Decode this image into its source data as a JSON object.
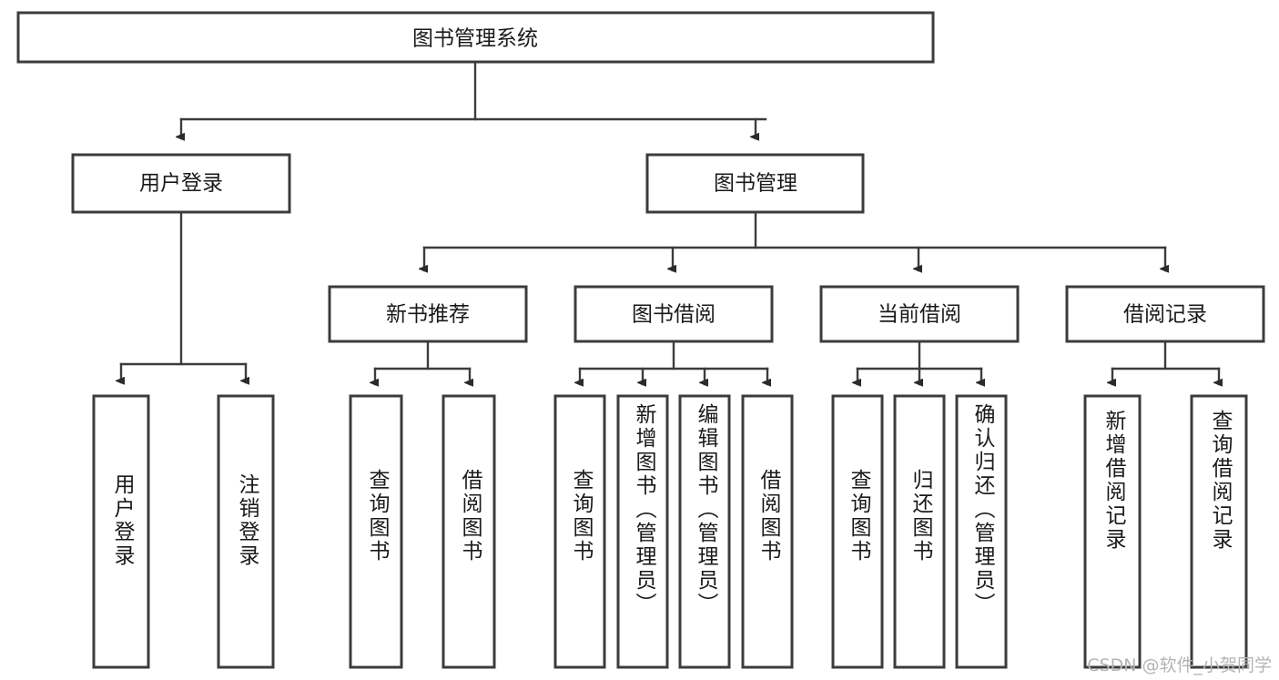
{
  "diagram": {
    "type": "tree-hierarchy-chart",
    "title": "图书管理系统",
    "orientation": "top-down",
    "colors": {
      "box_stroke": "#3c3c3c",
      "box_fill": "#ffffff",
      "connector": "#3c3c3c",
      "text": "#1a1a1a",
      "watermark": "#b4b4b4",
      "background": "#ffffff"
    },
    "root": {
      "label": "图书管理系统"
    },
    "level2": [
      {
        "label": "用户登录"
      },
      {
        "label": "图书管理"
      }
    ],
    "level3": [
      {
        "label": "新书推荐"
      },
      {
        "label": "图书借阅"
      },
      {
        "label": "当前借阅"
      },
      {
        "label": "借阅记录"
      }
    ],
    "leaves": {
      "user_login": [
        {
          "label": "用户登录"
        },
        {
          "label": "注销登录"
        }
      ],
      "new_book_recommend": [
        {
          "label": "查询图书"
        },
        {
          "label": "借阅图书"
        }
      ],
      "book_borrow": [
        {
          "label": "查询图书"
        },
        {
          "label": "新增图书（管理员）"
        },
        {
          "label": "编辑图书（管理员）"
        },
        {
          "label": "借阅图书"
        }
      ],
      "current_borrow": [
        {
          "label": "查询图书"
        },
        {
          "label": "归还图书"
        },
        {
          "label": "确认归还（管理员）"
        }
      ],
      "borrow_record": [
        {
          "label": "新增借阅记录"
        },
        {
          "label": "查询借阅记录"
        }
      ]
    }
  },
  "watermark": {
    "text": "CSDN @软件_小贺同学"
  }
}
